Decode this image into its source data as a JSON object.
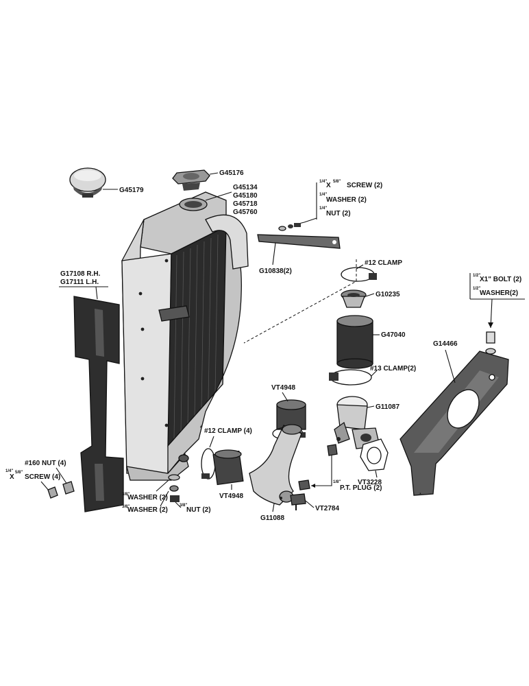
{
  "diagram": {
    "labels": {
      "rad_cap": "G45179",
      "pressure_cap": "G45176",
      "filler_neck_1": "G45134",
      "filler_neck_2": "G45180",
      "filler_neck_3": "G45718",
      "filler_neck_4": "G45760",
      "screw_top": "SCREW (2)",
      "washer_top": "WASHER (2)",
      "nut_top": "NUT (2)",
      "support_rod": "G10838(2)",
      "clamp_12": "#12 CLAMP",
      "thermostat": "G10235",
      "hose_upper": "G47040",
      "clamp_13": "#13 CLAMP(2)",
      "outlet_housing": "G11087",
      "gasket": "VT3228",
      "hose_small": "VT4948",
      "clamp_12_4": "#12 CLAMP (4)",
      "hose_lower": "VT4948",
      "elbow": "G11088",
      "pt_plug": "P.T. PLUG (2)",
      "drain_cock": "VT2784",
      "shield_rh": "G17108 R.H.",
      "shield_lh": "G17111 L.H.",
      "nut_160": "#160 NUT (4)",
      "screw_left": "SCREW (4)",
      "washer_a": "WASHER (2)",
      "washer_b": "WASHER (2)",
      "nut_bottom": "NUT (2)",
      "bolt_right": "X1\" BOLT (2)",
      "washer_right": "WASHER(2)",
      "fan_shroud": "G14466"
    },
    "fractions": {
      "quarter": "1/4\"",
      "half": "1/2\"",
      "five_eighths": "5/8\"",
      "three_eighths": "3/8\"",
      "one_eighth": "1/8\""
    }
  }
}
